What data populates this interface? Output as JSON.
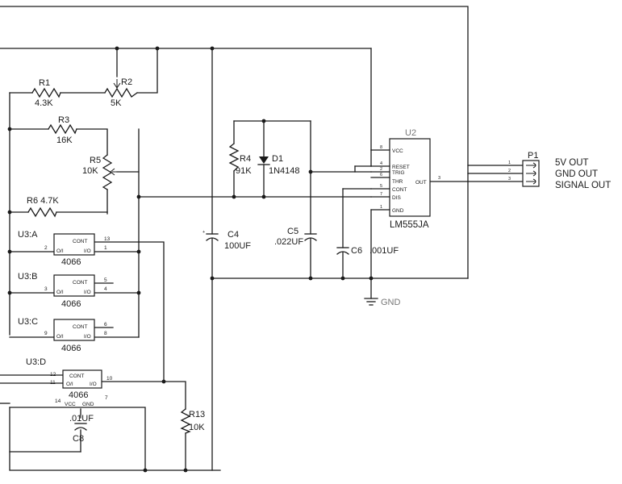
{
  "components": {
    "r1": {
      "ref": "R1",
      "value": "4.3K"
    },
    "r2": {
      "ref": "R2",
      "value": "5K"
    },
    "r3": {
      "ref": "R3",
      "value": "16K"
    },
    "r4": {
      "ref": "R4",
      "value": "91K"
    },
    "r5": {
      "ref": "R5",
      "value": "10K"
    },
    "r6": {
      "ref": "R6 4.7K"
    },
    "r13": {
      "ref": "R13",
      "value": "10K"
    },
    "d1": {
      "ref": "D1",
      "value": "1N4148"
    },
    "c4": {
      "ref": "C4",
      "value": "100UF"
    },
    "c5": {
      "ref": "C5",
      "value": ".022UF"
    },
    "c6": {
      "ref": "C6",
      "value": ".001UF"
    },
    "c8": {
      "ref": "C8",
      "value": ".01UF"
    },
    "gnd_symbol": {
      "label": "GND"
    }
  },
  "switches": [
    {
      "ref": "U3:A",
      "part": "4066",
      "cont": "CONT",
      "io1": "O/I",
      "io2": "I/O",
      "pin_in": "2",
      "pin_out": "1",
      "pin_cont": "13"
    },
    {
      "ref": "U3:B",
      "part": "4066",
      "cont": "CONT",
      "io1": "O/I",
      "io2": "I/O",
      "pin_in": "3",
      "pin_out": "4",
      "pin_cont": "5"
    },
    {
      "ref": "U3:C",
      "part": "4066",
      "cont": "CONT",
      "io1": "O/I",
      "io2": "I/O",
      "pin_in": "9",
      "pin_out": "8",
      "pin_cont": "6"
    },
    {
      "ref": "U3:D",
      "part": "4066",
      "cont": "CONT",
      "io1": "O/I",
      "io2": "I/O",
      "pin_in": "11",
      "pin_out": "10",
      "pin_cont": "12",
      "vcc": "VCC",
      "gnd": "GND",
      "pin_vcc": "14",
      "pin_gnd": "7"
    }
  ],
  "timer": {
    "ref": "U2",
    "part": "LM555JA",
    "pins": {
      "vcc": {
        "name": "VCC",
        "num": "8"
      },
      "reset": {
        "name": "RESET",
        "num": "4"
      },
      "trig": {
        "name": "TRIG",
        "num": "2"
      },
      "thr": {
        "name": "THR",
        "num": "6"
      },
      "cont": {
        "name": "CONT",
        "num": "5"
      },
      "dis": {
        "name": "DIS",
        "num": "7"
      },
      "out": {
        "name": "OUT",
        "num": "3"
      },
      "gnd": {
        "name": "GND",
        "num": "1"
      }
    }
  },
  "connector": {
    "ref": "P1",
    "pins": [
      "1",
      "2",
      "3"
    ],
    "labels": [
      "5V OUT",
      "GND OUT",
      "SIGNAL OUT"
    ]
  }
}
